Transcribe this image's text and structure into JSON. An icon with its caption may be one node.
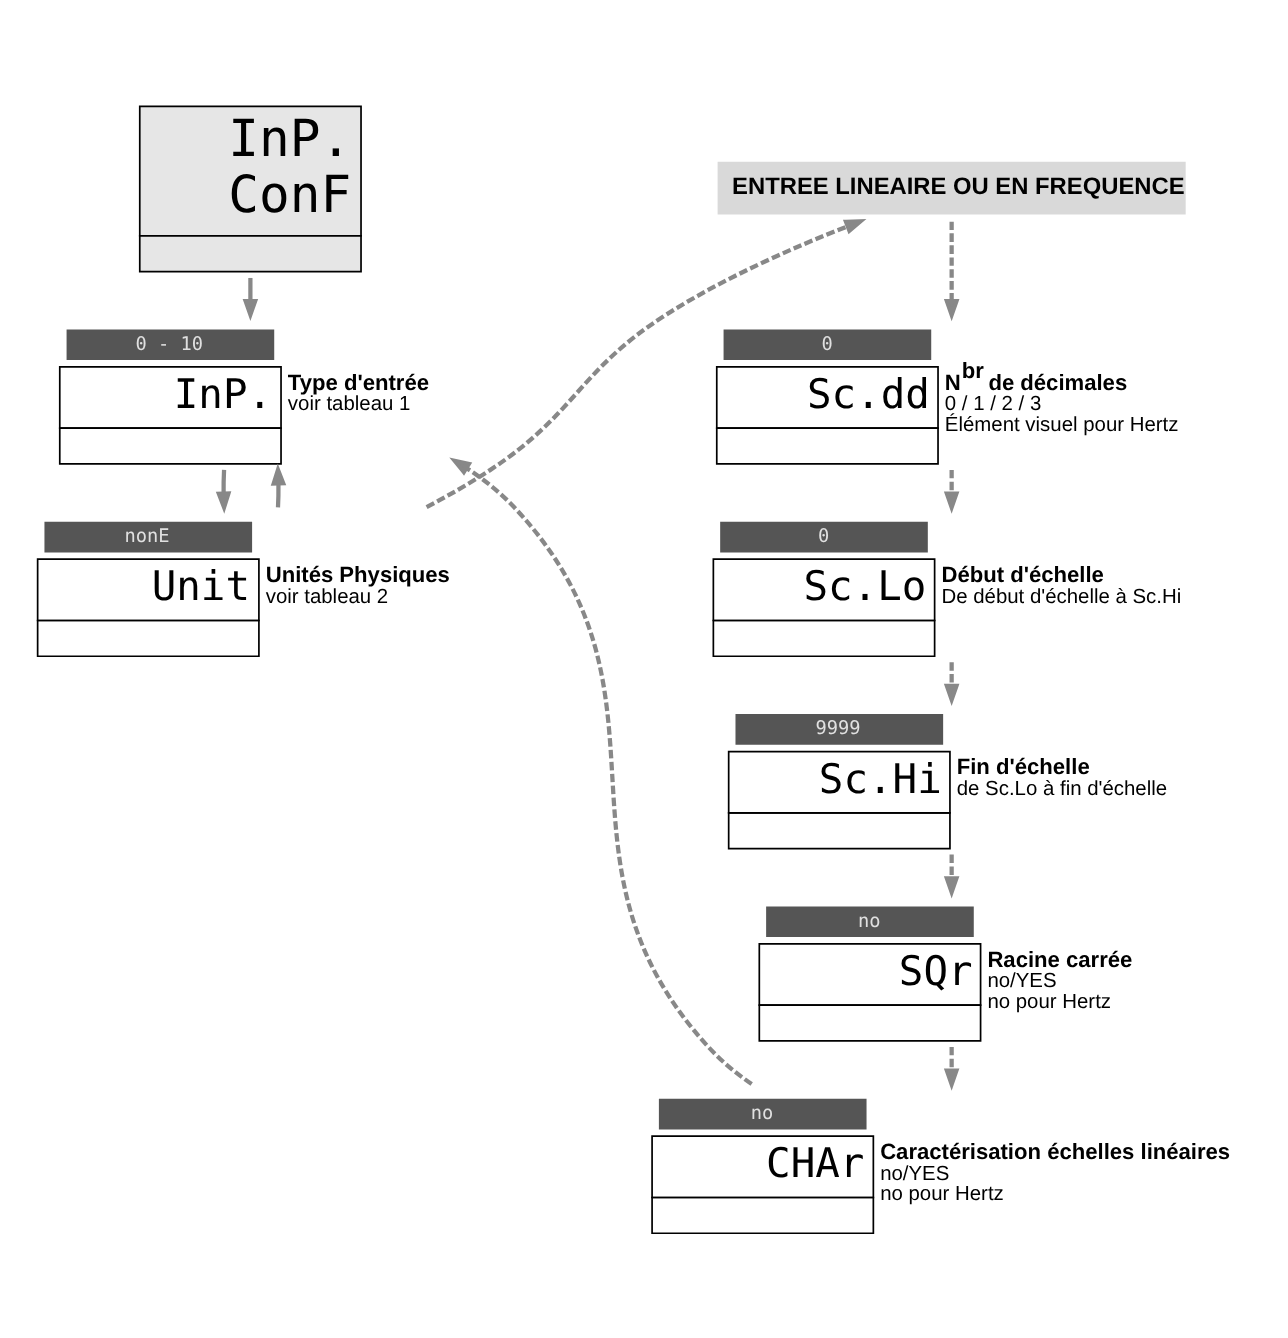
{
  "diagram": {
    "nodes": [
      {
        "text": [
          "InP. ConF"
        ]
      },
      {
        "text": [
          "0 - 10",
          "InP."
        ],
        "beside": [
          "Type d'entrée",
          "voir tableau 1"
        ]
      },
      {
        "text": [
          "nonE",
          "Unit"
        ],
        "beside": [
          "Unités Physiques",
          "voir tableau 2"
        ]
      },
      {
        "text": [
          "ENTREE LINEAIRE OU EN FREQUENCE"
        ]
      },
      {
        "text": [
          "0",
          "Sc.dd"
        ],
        "beside": [
          "N$^{br}$ de décimales",
          "0 / 1 / 2 / 3",
          "Élément visuel pour Hertz"
        ]
      },
      {
        "text": [
          "0",
          "Sc.Lo"
        ],
        "beside": [
          "Début d'échelle",
          "De début d'échelle à Sc.Hi"
        ]
      },
      {
        "text": [
          "9999",
          "Sc.Hi"
        ],
        "beside": [
          "Fin d'échelle",
          "de Sc.Lo à fin d'échelle"
        ]
      },
      {
        "text": [
          "no",
          "SQr"
        ],
        "beside": [
          "Racine carrée",
          "no/YES",
          "no pour Hertz"
        ]
      },
      {
        "text": [
          "no",
          "CHAr"
        ],
        "beside": [
          "Caractérisation échelles linéaires",
          "no/YES",
          "no pour Hertz"
        ]
      }
    ],
    "edges": [
      {
        "from": 0,
        "to": 1,
        "arrow": "to"
      },
      {
        "from": 1,
        "to": 2,
        "arrow": "to"
      },
      {
        "from": 2,
        "to": 1,
        "arrow": "to"
      },
      {
        "from": 2,
        "to": 3,
        "arrow": "to",
        "style": "dashed"
      },
      {
        "from": 3,
        "to": 4,
        "arrow": "to",
        "style": "dashed"
      },
      {
        "from": 4,
        "to": 5,
        "arrow": "to",
        "style": "dashed"
      },
      {
        "from": 5,
        "to": 6,
        "arrow": "to",
        "style": "dashed"
      },
      {
        "from": 6,
        "to": 7,
        "arrow": "to",
        "style": "dashed"
      },
      {
        "from": 7,
        "to": 8,
        "arrow": "to",
        "style": "dashed"
      },
      {
        "from": 8,
        "to": 1,
        "arrow": "to",
        "style": "dashed"
      }
    ]
  }
}
